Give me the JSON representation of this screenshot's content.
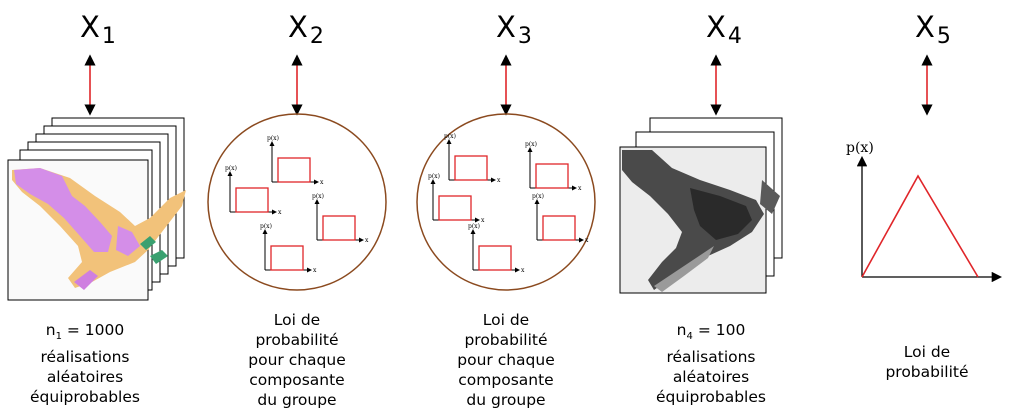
{
  "variables": [
    {
      "symbol": "X",
      "index": "1"
    },
    {
      "symbol": "X",
      "index": "2"
    },
    {
      "symbol": "X",
      "index": "3"
    },
    {
      "symbol": "X",
      "index": "4"
    },
    {
      "symbol": "X",
      "index": "5"
    }
  ],
  "col1": {
    "count_symbol": "n",
    "count_index": "1",
    "count_value": "= 1000",
    "line2": "réalisations",
    "line3": "aléatoires",
    "line4": "équiprobables"
  },
  "col2": {
    "line1": "Loi de",
    "line2": "probabilité",
    "line3": "pour chaque",
    "line4": "composante",
    "line5": "du groupe"
  },
  "col3": {
    "line1": "Loi de",
    "line2": "probabilité",
    "line3": "pour chaque",
    "line4": "composante",
    "line5": "du groupe"
  },
  "col4": {
    "count_symbol": "n",
    "count_index": "4",
    "count_value": "= 100",
    "line2": "réalisations",
    "line3": "aléatoires",
    "line4": "équiprobables"
  },
  "col5": {
    "line1": "Loi de",
    "line2": "probabilité"
  },
  "mini_plot": {
    "ylabel": "p(x)",
    "xlabel": "x"
  },
  "triangle_plot": {
    "ylabel": "p(x)"
  },
  "colors": {
    "arrow_shaft": "#e0262a",
    "distribution": "#e0262a",
    "ellipse": "#8b4a1f",
    "map_violet": "#d48ee8",
    "map_orange": "#f2c27a",
    "map_green": "#3aa070"
  }
}
